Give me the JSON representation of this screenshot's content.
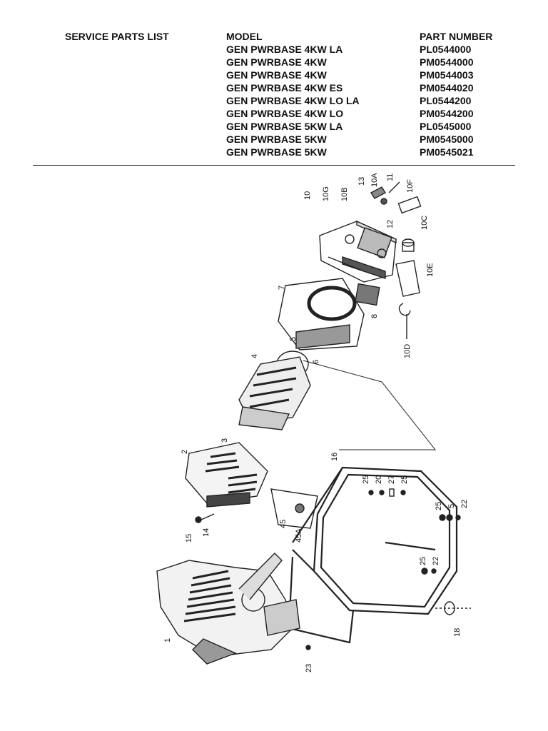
{
  "header": {
    "title": "SERVICE PARTS LIST",
    "model_heading": "MODEL",
    "part_heading": "PART NUMBER"
  },
  "rows": [
    {
      "model": "GEN PWRBASE 4KW LA",
      "part": "PL0544000"
    },
    {
      "model": "GEN PWRBASE 4KW",
      "part": "PM0544000"
    },
    {
      "model": "GEN PWRBASE 4KW",
      "part": "PM0544003"
    },
    {
      "model": "GEN PWRBASE 4KW ES",
      "part": "PM0544020"
    },
    {
      "model": "GEN PWRBASE 4KW LO LA",
      "part": "PL0544200"
    },
    {
      "model": "GEN PWRBASE 4KW LO",
      "part": "PM0544200"
    },
    {
      "model": "GEN PWRBASE 5KW LA",
      "part": "PL0545000"
    },
    {
      "model": "GEN PWRBASE 5KW",
      "part": "PM0545000"
    },
    {
      "model": "GEN PWRBASE 5KW",
      "part": "PM0545021"
    }
  ],
  "diagram": {
    "callouts": [
      "10",
      "10G",
      "10B",
      "13",
      "10A",
      "11",
      "10F",
      "12",
      "10C",
      "10E",
      "7",
      "8",
      "10D",
      "5",
      "6",
      "4",
      "2",
      "3",
      "16",
      "25",
      "20",
      "27",
      "25",
      "25",
      "5",
      "22",
      "45",
      "45A",
      "15",
      "14",
      "25",
      "22",
      "1",
      "18",
      "23"
    ]
  }
}
